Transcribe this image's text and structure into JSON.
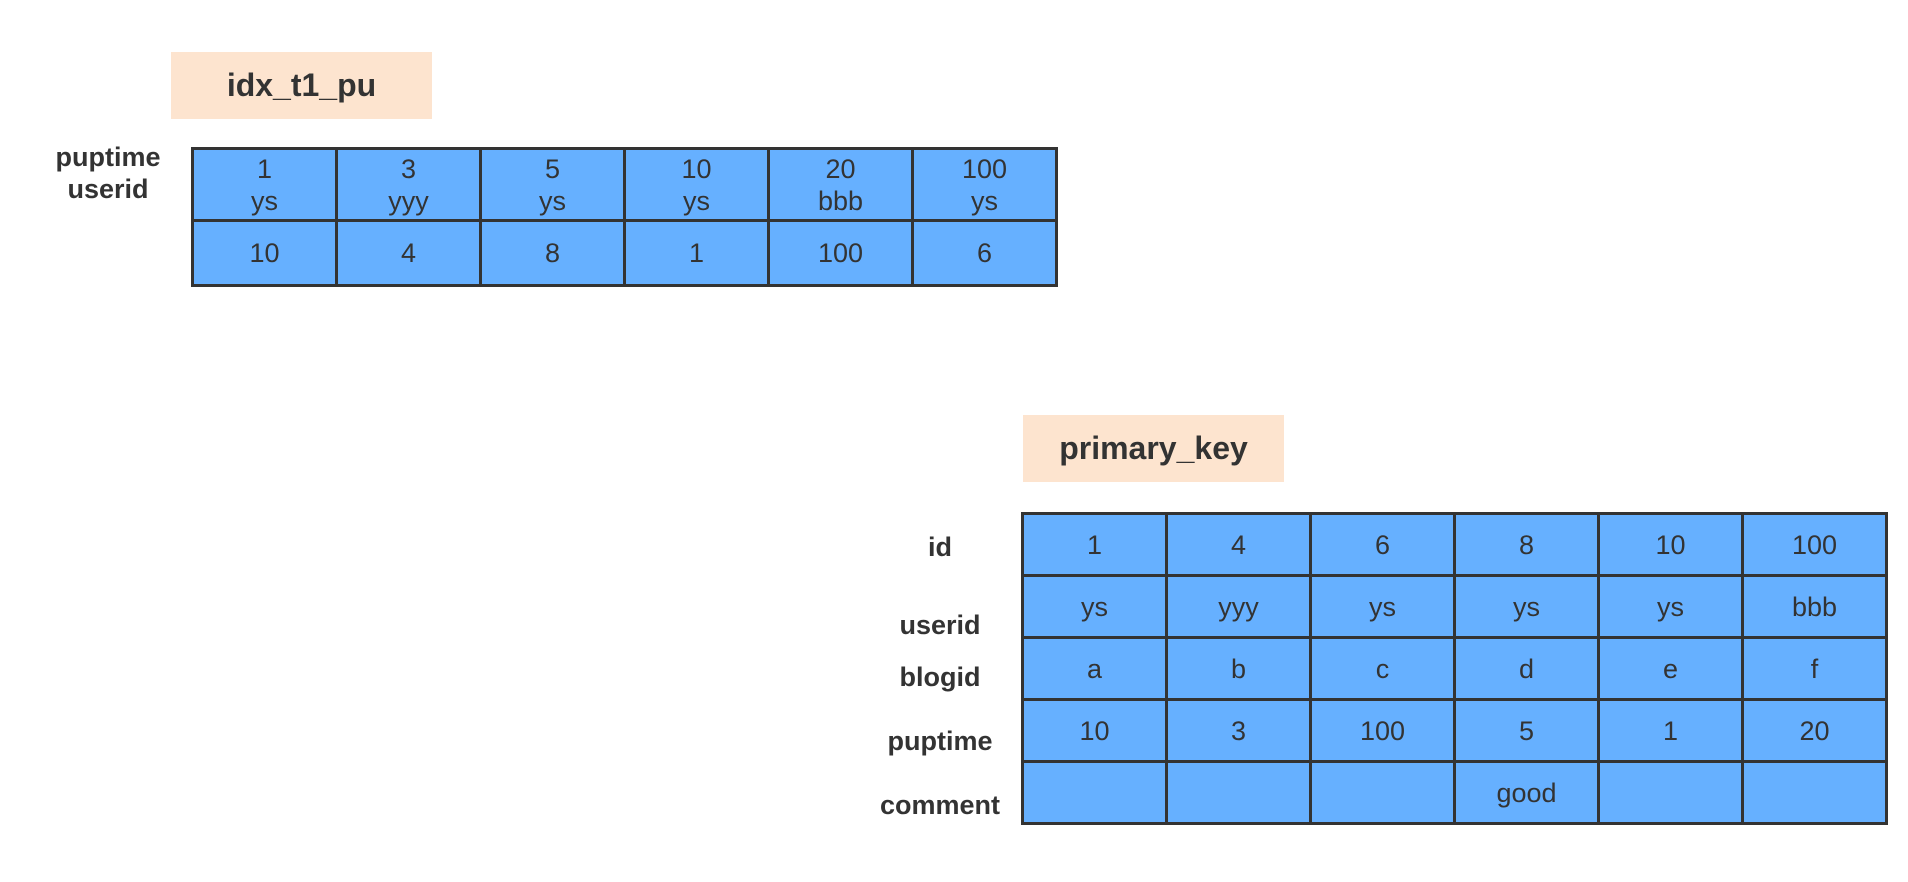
{
  "idx_t1_pu": {
    "title": "idx_t1_pu",
    "row_labels": [
      "puptime",
      "userid"
    ],
    "keys": [
      {
        "puptime": "1",
        "userid": "ys"
      },
      {
        "puptime": "3",
        "userid": "yyy"
      },
      {
        "puptime": "5",
        "userid": "ys"
      },
      {
        "puptime": "10",
        "userid": "ys"
      },
      {
        "puptime": "20",
        "userid": "bbb"
      },
      {
        "puptime": "100",
        "userid": "ys"
      }
    ],
    "ids": [
      "10",
      "4",
      "8",
      "1",
      "100",
      "6"
    ]
  },
  "primary_key": {
    "title": "primary_key",
    "row_labels": {
      "id": "id",
      "userid": "userid",
      "blogid": "blogid",
      "puptime": "puptime",
      "comment": "comment"
    },
    "rows": {
      "id": [
        "1",
        "4",
        "6",
        "8",
        "10",
        "100"
      ],
      "userid": [
        "ys",
        "yyy",
        "ys",
        "ys",
        "ys",
        "bbb"
      ],
      "blogid": [
        "a",
        "b",
        "c",
        "d",
        "e",
        "f"
      ],
      "puptime": [
        "10",
        "3",
        "100",
        "5",
        "1",
        "20"
      ],
      "comment": [
        "",
        "",
        "",
        "good",
        "",
        ""
      ]
    }
  },
  "colors": {
    "cell_fill": "#66b0ff",
    "cell_border": "#333333",
    "title_fill": "#fde4cf",
    "text": "#333333"
  }
}
